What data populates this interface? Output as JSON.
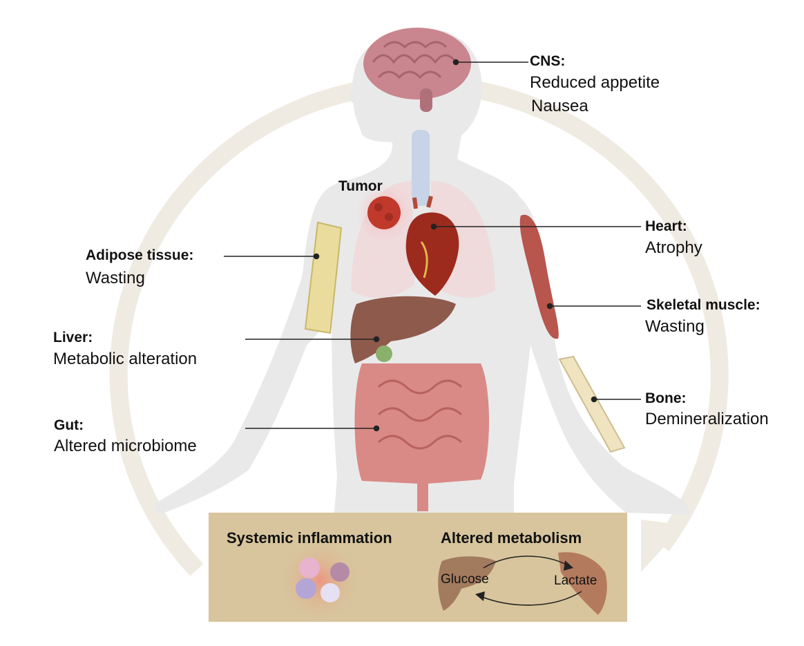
{
  "organs": {
    "cns": {
      "title": "CNS:",
      "lines": [
        "Reduced appetite",
        "Nausea"
      ]
    },
    "tumor": {
      "title": "Tumor"
    },
    "heart": {
      "title": "Heart:",
      "lines": [
        "Atrophy"
      ]
    },
    "adipose": {
      "title": "Adipose tissue:",
      "lines": [
        "Wasting"
      ]
    },
    "skeletal": {
      "title": "Skeletal muscle:",
      "lines": [
        "Wasting"
      ]
    },
    "liver": {
      "title": "Liver:",
      "lines": [
        "Metabolic alteration"
      ]
    },
    "bone": {
      "title": "Bone:",
      "lines": [
        "Demineralization"
      ]
    },
    "gut": {
      "title": "Gut:",
      "lines": [
        "Altered microbiome"
      ]
    }
  },
  "panel": {
    "inflammation_title": "Systemic inflammation",
    "metabolism_title": "Altered metabolism",
    "glucose": "Glucose",
    "lactate": "Lactate"
  },
  "colors": {
    "cycle_arrow": "#f0ebe2",
    "body": "#e9e9ea",
    "panel_bg": "#d8c59d",
    "brain": "#c9868e",
    "liver": "#8e5a4c",
    "muscle": "#b8554c",
    "intestine": "#d98a86",
    "fat": "#e9dc9c",
    "tumor": "#c0392b",
    "leader_line": "#222222"
  }
}
